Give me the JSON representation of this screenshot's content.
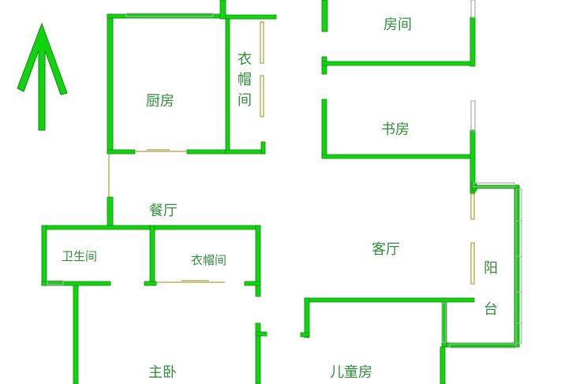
{
  "rooms": {
    "room": "房间",
    "kitchen": "厨房",
    "closet_top": "衣帽间",
    "study": "书房",
    "dining": "餐厅",
    "bathroom": "卫生间",
    "closet_bottom": "衣帽间",
    "living": "客厅",
    "balcony": "阳台",
    "master_bedroom": "主卧",
    "kids_room": "儿童房"
  },
  "colors": {
    "wall": "#12d30f",
    "wall_edge": "#0a8a0a",
    "label": "#2f8f3a",
    "door": "#b7b35a",
    "window": "#a9b0a9"
  },
  "icons": {
    "north_arrow": "arrow-up-icon"
  }
}
